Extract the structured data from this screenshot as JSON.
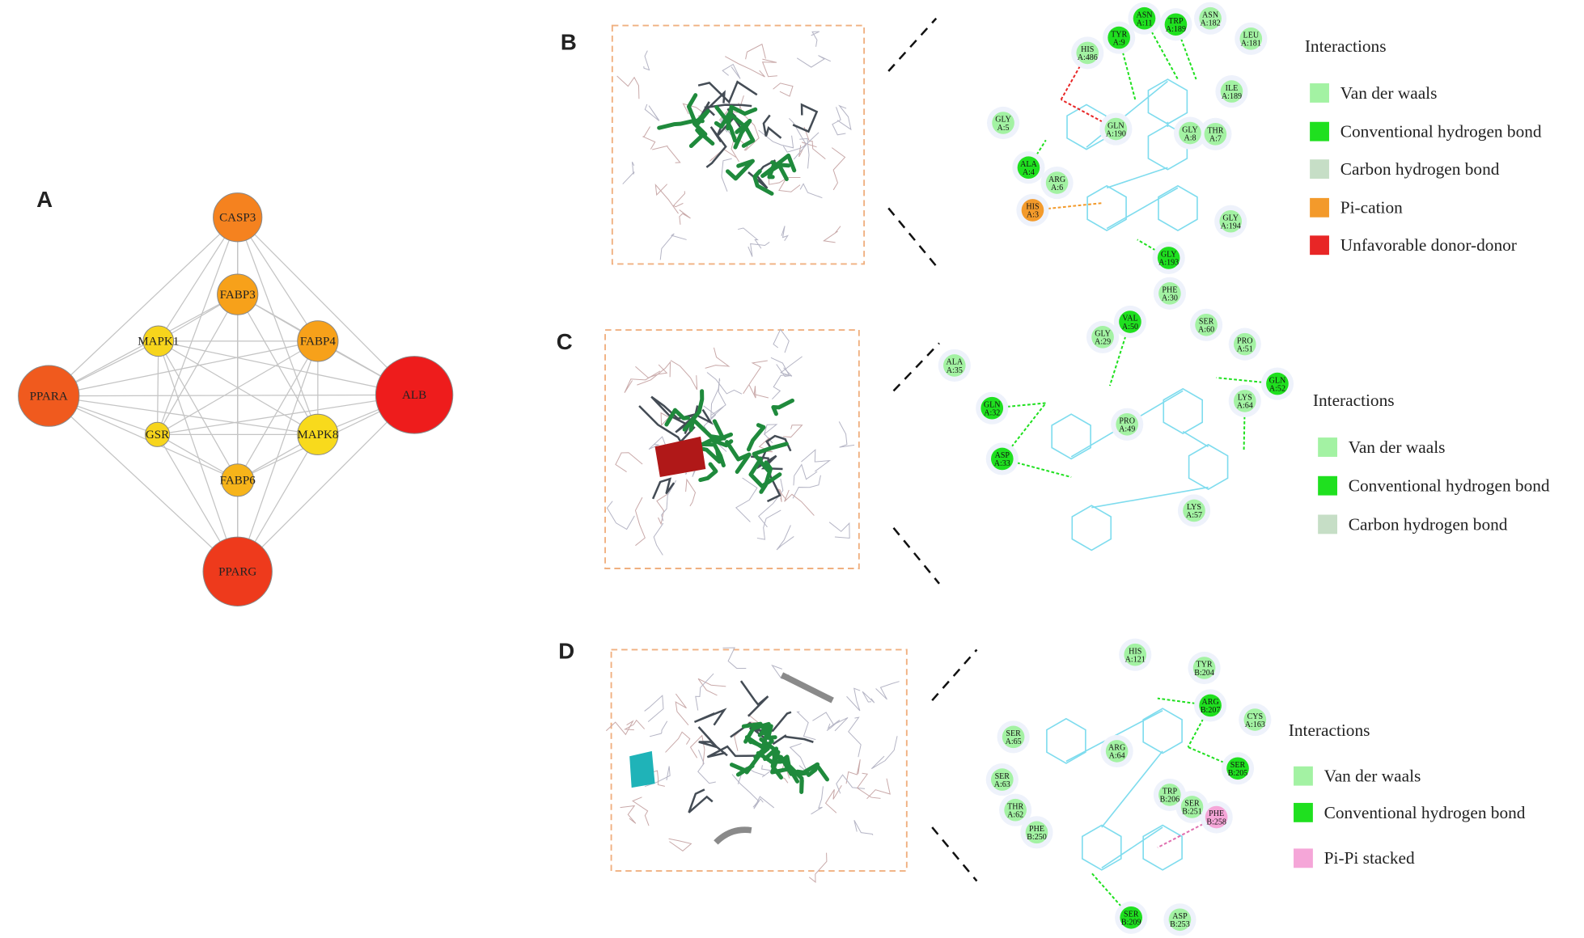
{
  "panels": {
    "A": "A",
    "B": "B",
    "C": "C",
    "D": "D"
  },
  "network": {
    "nodes": [
      {
        "label": "CASP3",
        "color": "#f5821f"
      },
      {
        "label": "FABP3",
        "color": "#f7a11a"
      },
      {
        "label": "MAPK1",
        "color": "#f7d51c"
      },
      {
        "label": "FABP4",
        "color": "#f7a11a"
      },
      {
        "label": "PPARA",
        "color": "#f05a1e"
      },
      {
        "label": "ALB",
        "color": "#ee1c1c"
      },
      {
        "label": "GSR",
        "color": "#f7d51c"
      },
      {
        "label": "MAPK8",
        "color": "#f8da1c"
      },
      {
        "label": "FABP6",
        "color": "#f7b41a"
      },
      {
        "label": "PPARG",
        "color": "#ee3a1c"
      }
    ]
  },
  "colors": {
    "vdw": "#a3f2a3",
    "conv": "#1fe01f",
    "chb": "#c6dec6",
    "picat": "#f39a2b",
    "unfav": "#e82626",
    "pipi": "#f5a6d8",
    "ligand": "#7fdcee"
  },
  "B": {
    "legend_title": "Interactions",
    "legend": [
      {
        "label": "Van der waals",
        "type": "vdw"
      },
      {
        "label": "Conventional hydrogen bond",
        "type": "conv"
      },
      {
        "label": "Carbon hydrogen bond",
        "type": "chb"
      },
      {
        "label": "Pi-cation",
        "type": "picat"
      },
      {
        "label": "Unfavorable donor-donor",
        "type": "unfav"
      }
    ],
    "residues": [
      {
        "name": "TYR",
        "id": "A:9",
        "type": "conv"
      },
      {
        "name": "ASN",
        "id": "A:11",
        "type": "conv"
      },
      {
        "name": "TRP",
        "id": "A:189",
        "type": "conv"
      },
      {
        "name": "ASN",
        "id": "A:182",
        "type": "vdw"
      },
      {
        "name": "LEU",
        "id": "A:181",
        "type": "vdw"
      },
      {
        "name": "HIS",
        "id": "A:486",
        "type": "vdw"
      },
      {
        "name": "ILE",
        "id": "A:189",
        "type": "vdw"
      },
      {
        "name": "GLY",
        "id": "A:5",
        "type": "vdw"
      },
      {
        "name": "GLN",
        "id": "A:190",
        "type": "vdw"
      },
      {
        "name": "GLY",
        "id": "A:8",
        "type": "vdw"
      },
      {
        "name": "THR",
        "id": "A:7",
        "type": "vdw"
      },
      {
        "name": "ALA",
        "id": "A:4",
        "type": "conv"
      },
      {
        "name": "ARG",
        "id": "A:6",
        "type": "vdw"
      },
      {
        "name": "HIS",
        "id": "A:3",
        "type": "picat"
      },
      {
        "name": "GLY",
        "id": "A:194",
        "type": "vdw"
      },
      {
        "name": "GLY",
        "id": "A:193",
        "type": "conv"
      }
    ]
  },
  "C": {
    "legend_title": "Interactions",
    "legend": [
      {
        "label": "Van der waals",
        "type": "vdw"
      },
      {
        "label": "Conventional hydrogen bond",
        "type": "conv"
      },
      {
        "label": "Carbon hydrogen bond",
        "type": "chb"
      }
    ],
    "residues": [
      {
        "name": "ALA",
        "id": "A:35",
        "type": "vdw"
      },
      {
        "name": "GLY",
        "id": "A:29",
        "type": "vdw"
      },
      {
        "name": "VAL",
        "id": "A:50",
        "type": "conv"
      },
      {
        "name": "PHE",
        "id": "A:30",
        "type": "vdw"
      },
      {
        "name": "SER",
        "id": "A:60",
        "type": "vdw"
      },
      {
        "name": "PRO",
        "id": "A:51",
        "type": "vdw"
      },
      {
        "name": "GLN",
        "id": "A:32",
        "type": "conv"
      },
      {
        "name": "PRO",
        "id": "A:49",
        "type": "vdw"
      },
      {
        "name": "GLN",
        "id": "A:52",
        "type": "conv"
      },
      {
        "name": "LYS",
        "id": "A:64",
        "type": "vdw"
      },
      {
        "name": "ASP",
        "id": "A:33",
        "type": "conv"
      },
      {
        "name": "LYS",
        "id": "A:57",
        "type": "vdw"
      }
    ]
  },
  "D": {
    "legend_title": "Interactions",
    "legend": [
      {
        "label": "Van der waals",
        "type": "vdw"
      },
      {
        "label": "Conventional hydrogen bond",
        "type": "conv"
      },
      {
        "label": "Pi-Pi stacked",
        "type": "pipi"
      }
    ],
    "residues": [
      {
        "name": "HIS",
        "id": "A:121",
        "type": "vdw"
      },
      {
        "name": "TYR",
        "id": "B:204",
        "type": "vdw"
      },
      {
        "name": "ARG",
        "id": "B:207",
        "type": "conv"
      },
      {
        "name": "CYS",
        "id": "A:163",
        "type": "vdw"
      },
      {
        "name": "SER",
        "id": "A:65",
        "type": "vdw"
      },
      {
        "name": "ARG",
        "id": "A:64",
        "type": "vdw"
      },
      {
        "name": "SER",
        "id": "B:205",
        "type": "conv"
      },
      {
        "name": "SER",
        "id": "A:63",
        "type": "vdw"
      },
      {
        "name": "TRP",
        "id": "B:206",
        "type": "vdw"
      },
      {
        "name": "SER",
        "id": "B:251",
        "type": "vdw"
      },
      {
        "name": "PHE",
        "id": "B:258",
        "type": "pipi"
      },
      {
        "name": "THR",
        "id": "A:62",
        "type": "vdw"
      },
      {
        "name": "PHE",
        "id": "B:250",
        "type": "vdw"
      },
      {
        "name": "SER",
        "id": "B:209",
        "type": "conv"
      },
      {
        "name": "ASP",
        "id": "B:253",
        "type": "vdw"
      }
    ]
  }
}
